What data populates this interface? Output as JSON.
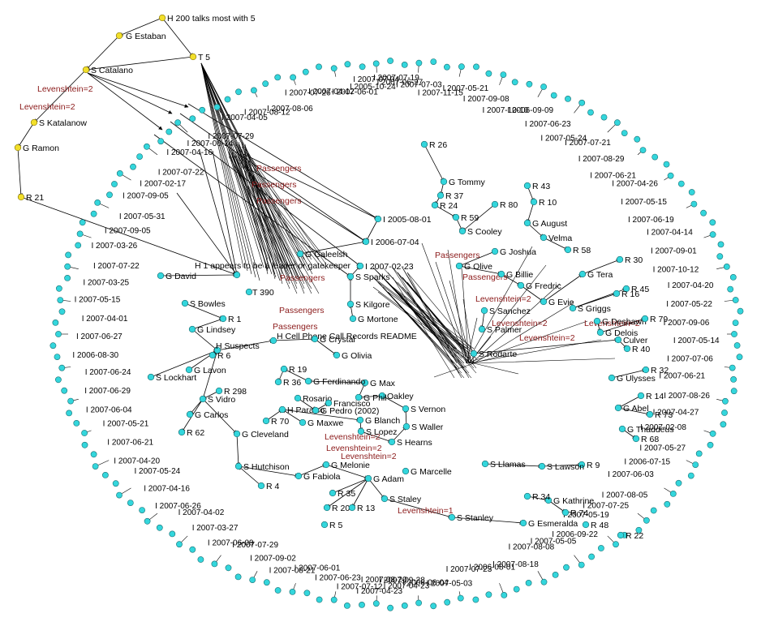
{
  "colors": {
    "node_default": "#33d6dc",
    "node_highlight": "#f2df2a",
    "node_outline": "#1a6f73",
    "edge": "#000000",
    "edge_label": "#8b1a1a"
  },
  "labels": {
    "n_h200": "H 200 talks most with 5",
    "n_estaban": "G Estaban",
    "n_t5": "T 5",
    "n_catalano": "S Catalano",
    "n_katalanow": "S Katalanow",
    "n_ramon": "G Ramon",
    "n_r21": "R 21",
    "n_h1": "H 1 appears to be a leader or gatekeeper",
    "n_readme": "H Cell Phone Call Records README",
    "n_t390": "T 390",
    "n_suspects": "H Suspects",
    "n_paraiso": "H Paraiso",
    "n_david": "G David",
    "n_bowles": "S Bowles",
    "n_r1": "R 1",
    "n_lindsey": "G Lindsey",
    "n_lockhart": "S Lockhart",
    "n_lavon": "G Lavon",
    "n_vidro": "S Vidro",
    "n_carlos": "G Carlos",
    "n_r62": "R 62",
    "n_cleveland": "G Cleveland",
    "n_hutchison": "S Hutchison",
    "n_fabiola": "G Fabiola",
    "n_melonie": "G Melonie",
    "n_adam": "G Adam",
    "n_r20": "R 20",
    "n_r5": "R 5",
    "n_r13": "R 13",
    "n_marcelle": "G Marcelle",
    "n_staley": "S Staley",
    "n_stanley": "S Stanley",
    "n_esmeralda": "G Esmeralda",
    "n_r48": "R 48",
    "n_kathrine": "G Kathrine",
    "n_r74": "R 74",
    "n_r34": "R 34",
    "n_r70": "R 70",
    "n_blanch": "G Blanch",
    "n_lopez": "S Lopez",
    "n_hearns": "S Hearns",
    "n_waller": "S Waller",
    "n_vernon": "S Vernon",
    "n_oakley": "Oakley",
    "n_phil": "G Phil",
    "n_max": "G Max",
    "n_ferdinando": "G Ferdinando",
    "n_r19": "R 19",
    "n_r36": "R 36",
    "n_r298": "R 298",
    "n_pedro": "G Pedro (2002)",
    "n_rosario": "Rosario",
    "n_francisco": "Francisco",
    "n_r26": "R 26",
    "n_tommy": "G Tommy",
    "n_r37": "R 37",
    "n_r24": "R 24",
    "n_r80": "R 80",
    "n_r43": "R 43",
    "n_r10": "R 10",
    "n_august": "G August",
    "n_r59": "R 59",
    "n_cooley": "S Cooley",
    "n_velma": "Velma",
    "n_r58": "R 58",
    "n_joshua": "G Joshua",
    "n_olive": "G Olive",
    "n_billie": "G Billie",
    "n_fredric": "G Fredric",
    "n_evie": "G Evie",
    "n_tera": "G Tera",
    "n_r30": "R 30",
    "n_griggs": "S Griggs",
    "n_r45": "R 45",
    "n_r16": "R 16",
    "n_sanchez": "S Sanchez",
    "n_palmer": "S Palmer",
    "n_deshawn": "G Deshawn",
    "n_delois": "G Delois",
    "n_r79": "R 79",
    "n_culver": "Culver",
    "n_r40": "R 40",
    "n_rodarte": "S Rodarte",
    "n_ulysses": "G Ulysses",
    "n_r32": "R 32",
    "n_r14": "R 14",
    "n_abel": "G Abel",
    "n_r73": "R 73",
    "n_thaddeus": "G Thaddeus",
    "n_r68": "R 68",
    "n_r9": "R 9",
    "n_lawson": "S Lawson",
    "n_llamas": "S Llamas",
    "n_sparks": "S Sparks",
    "n_kilgore": "S Kilgore",
    "n_mortone": "G Mortone",
    "n_galeelsh": "G Galeelsh",
    "n_i200508": "I 2005-08-01",
    "n_i200607": "I 2006-07-04",
    "n_i200702": "I 2007-02-23",
    "n_r4": "R 4",
    "n_r35": "R 35",
    "n_r6": "R 6",
    "n_r22": "R 22",
    "n_maxwe": "G Maxwe",
    "n_crystal": "G Crystal",
    "n_olivia": "G Olivia"
  },
  "edge_labels": [
    "Levenshtein=2",
    "Levenshtein=2",
    "Passengers",
    "Passengers",
    "Passengers",
    "Passengers",
    "Passengers",
    "Passengers",
    "Passengers",
    "Passengers",
    "Levenshtein=2",
    "Levenshtein=2",
    "Levenshtein=2",
    "Levenshtein=2",
    "Levenshtein=2",
    "Levenshtein=2",
    "Levenshtein=1",
    "Levenshtein=2"
  ],
  "ring_labels": [
    "I 2007-07-19",
    "I 2007-07-03",
    "I 2007-11-15",
    "I 2007-05-21",
    "I 2007-09-08",
    "I 2007-10-10",
    "I 2006-09-09",
    "I 2007-06-23",
    "I 2007-05-24",
    "I 2007-07-21",
    "I 2007-08-29",
    "I 2007-06-21",
    "I 2007-04-26",
    "I 2007-05-15",
    "I 2007-06-19",
    "I 2007-04-14",
    "I 2007-09-01",
    "I 2007-10-12",
    "I 2007-04-20",
    "I 2007-05-22",
    "I 2007-09-06",
    "I 2007-05-14",
    "I 2007-07-06",
    "I 2007-06-21",
    "I 2007-08-26",
    "I 2007-04-27",
    "I 2007-02-08",
    "I 2007-05-27",
    "I 2006-07-15",
    "I 2007-06-03",
    "I 2007-08-05",
    "I 2007-07-25",
    "I 2007-05-19",
    "I 2006-09-22",
    "I 2007-05-05",
    "I 2007-08-08",
    "I 2007-08-18",
    "I 2006-08-01",
    "I 2007-07-23",
    "I 2007-05-03",
    "I 2006-06-04",
    "I 2007-09-28",
    "I 2007-04-23",
    "I 2007-04-23",
    "I 2007-08-20",
    "I 2007-07-12",
    "I 2007-06-23",
    "I 2007-06-01",
    "I 2007-08-21",
    "I 2007-09-02",
    "I 2007-07-29",
    "I 2007-06-09",
    "I 2007-03-27",
    "I 2007-04-02",
    "I 2007-06-26",
    "I 2007-04-16",
    "I 2007-05-24",
    "I 2007-04-20",
    "I 2007-06-21",
    "I 2007-05-21",
    "I 2007-06-04",
    "I 2007-06-29",
    "I 2007-06-24",
    "I 2006-08-30",
    "I 2007-06-27",
    "I 2007-04-01",
    "I 2007-05-15",
    "I 2007-03-25",
    "I 2007-07-22",
    "I 2007-03-26",
    "I 2007-09-05",
    "I 2007-05-31",
    "I 2007-09-05",
    "I 2007-02-17",
    "I 2007-07-22",
    "I 2007-04-16",
    "I 2007-06-14",
    "I 2007-07-29",
    "I 2007-04-05",
    "I 2007-08-12",
    "I 2007-08-06",
    "I 2007-07-26",
    "I 2007-04-12",
    "I 2007-06-01",
    "I 2007-07-04",
    "I 2007-06-27",
    "I 2005-10-24"
  ]
}
